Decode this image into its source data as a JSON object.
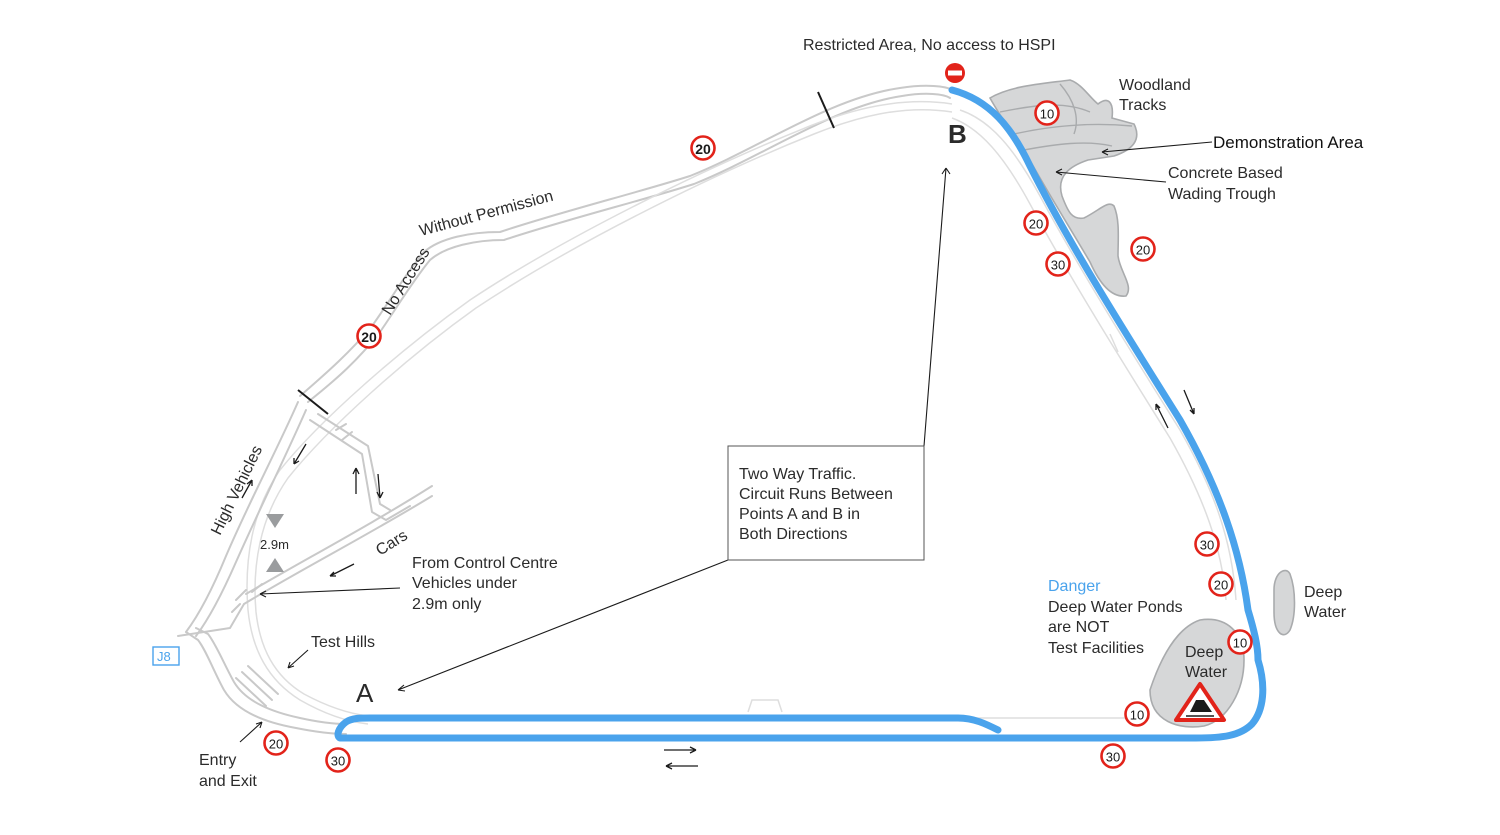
{
  "labels": {
    "restricted": "Restricted Area, No access to HSPI",
    "woodland_1": "Woodland",
    "woodland_2": "Tracks",
    "demonstration": "Demonstration Area",
    "wading_1": "Concrete Based",
    "wading_2": "Wading Trough",
    "without_permission": "Without Permission",
    "no_access": "No Access",
    "high_vehicles": "High Vehicles",
    "cars": "Cars",
    "height": "2.9m",
    "from_control_1": "From Control Centre",
    "from_control_2": "Vehicles under",
    "from_control_3": "2.9m only",
    "test_hills": "Test Hills",
    "j8": "J8",
    "entry_1": "Entry",
    "entry_2": "and Exit",
    "point_a": "A",
    "point_b": "B",
    "danger": "Danger",
    "ponds_1": "Deep Water Ponds",
    "ponds_2": "are NOT",
    "ponds_3": "Test Facilities",
    "deep_water_pond_1": "Deep",
    "deep_water_pond_2": "Water",
    "deep_water_right_1": "Deep",
    "deep_water_right_2": "Water"
  },
  "info_box": {
    "line1": "Two Way Traffic.",
    "line2": "Circuit Runs Between",
    "line3": "Points  A and B in",
    "line4": "Both Directions"
  },
  "speed_signs": [
    {
      "value": "20",
      "bold": true
    },
    {
      "value": "20",
      "bold": true
    },
    {
      "value": "10",
      "bold": false
    },
    {
      "value": "20",
      "bold": false
    },
    {
      "value": "30",
      "bold": false
    },
    {
      "value": "20",
      "bold": false
    },
    {
      "value": "30",
      "bold": false
    },
    {
      "value": "20",
      "bold": false
    },
    {
      "value": "10",
      "bold": false
    },
    {
      "value": "10",
      "bold": false
    },
    {
      "value": "30",
      "bold": false
    },
    {
      "value": "20",
      "bold": false
    },
    {
      "value": "30",
      "bold": false
    }
  ],
  "icons": {
    "no_entry": "no-entry-icon",
    "deep_water_warning": "deep-water-warning-icon"
  },
  "colors": {
    "circuit": "#4aa3ec",
    "speed_ring": "#e2231a",
    "water_area": "#d6d7d8"
  }
}
